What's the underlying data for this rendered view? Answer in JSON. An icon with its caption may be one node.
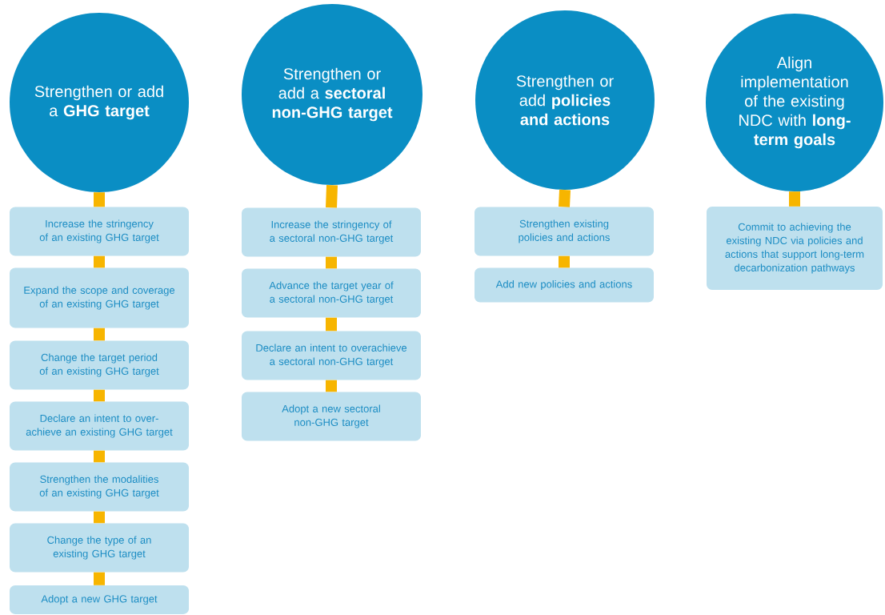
{
  "diagram": {
    "nodes": [
      {
        "text": [
          "Strengthen or add a **GHG target**"
        ]
      },
      {
        "text": [
          "Increase the stringency of an existing GHG target"
        ]
      },
      {
        "text": [
          "Expand the scope and coverage of an existing GHG target"
        ]
      },
      {
        "text": [
          "Change the target period of an existing GHG target"
        ]
      },
      {
        "text": [
          "Declare an intent to over-achieve an existing GHG target"
        ]
      },
      {
        "text": [
          "Strengthen the modalities of an existing GHG target"
        ]
      },
      {
        "text": [
          "Change the type of an existing GHG target"
        ]
      },
      {
        "text": [
          "Adopt a new GHG target"
        ]
      },
      {
        "text": [
          "Strengthen or add a **sectoral non-GHG target**"
        ]
      },
      {
        "text": [
          "Increase the stringency of a sectoral non-GHG target"
        ]
      },
      {
        "text": [
          "Advance the target year of a sectoral non-GHG target"
        ]
      },
      {
        "text": [
          "Declare an intent to overachieve a sectoral non-GHG target"
        ]
      },
      {
        "text": [
          "Adopt a new sectoral non-GHG target"
        ]
      },
      {
        "text": [
          "Strengthen or add **policies and actions**"
        ]
      },
      {
        "text": [
          "Strengthen existing policies and actions"
        ]
      },
      {
        "text": [
          "Add new policies and actions"
        ]
      },
      {
        "text": [
          "Align implementation of the existing NDC with **long-term goals**"
        ]
      },
      {
        "text": [
          "Commit to achieving the existing NDC via policies and actions that support long-term decarbonization pathways"
        ]
      }
    ],
    "edges": [
      {
        "from": 0,
        "to": 1,
        "arrow": "none"
      },
      {
        "from": 1,
        "to": 2,
        "arrow": "none"
      },
      {
        "from": 2,
        "to": 3,
        "arrow": "none"
      },
      {
        "from": 3,
        "to": 4,
        "arrow": "none"
      },
      {
        "from": 4,
        "to": 5,
        "arrow": "none"
      },
      {
        "from": 5,
        "to": 6,
        "arrow": "none"
      },
      {
        "from": 6,
        "to": 7,
        "arrow": "none"
      },
      {
        "from": 8,
        "to": 9,
        "arrow": "none"
      },
      {
        "from": 9,
        "to": 10,
        "arrow": "none"
      },
      {
        "from": 10,
        "to": 11,
        "arrow": "none"
      },
      {
        "from": 11,
        "to": 12,
        "arrow": "none"
      },
      {
        "from": 13,
        "to": 14,
        "arrow": "none"
      },
      {
        "from": 14,
        "to": 15,
        "arrow": "none"
      },
      {
        "from": 16,
        "to": 17,
        "arrow": "none"
      }
    ]
  }
}
